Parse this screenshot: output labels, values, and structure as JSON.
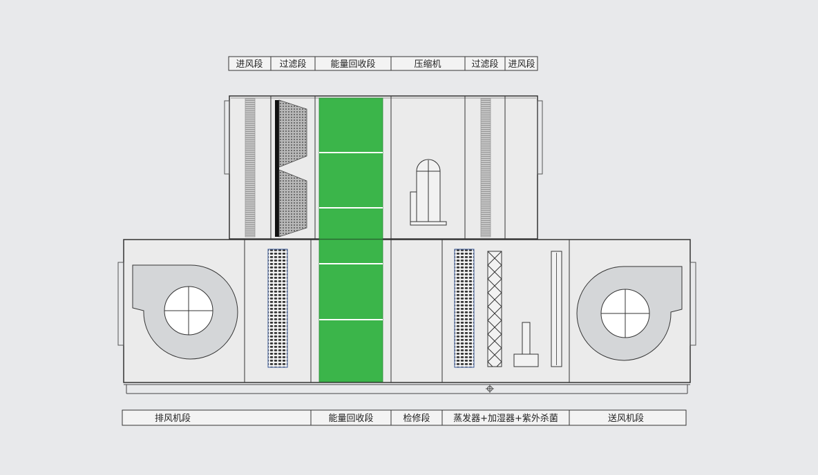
{
  "top_labels": [
    "进风段",
    "过滤段",
    "能量回收段",
    "压缩机",
    "过滤段",
    "进风段"
  ],
  "bottom_labels": [
    "排风机段",
    "能量回收段",
    "检修段",
    "蒸发器+加湿器+紫外杀菌",
    "送风机段"
  ],
  "colors": {
    "background": "#e8e9eb",
    "heat_recovery_wheel": "#3bb54a",
    "fan_housing": "#d4d6d8",
    "stroke": "#333333"
  }
}
